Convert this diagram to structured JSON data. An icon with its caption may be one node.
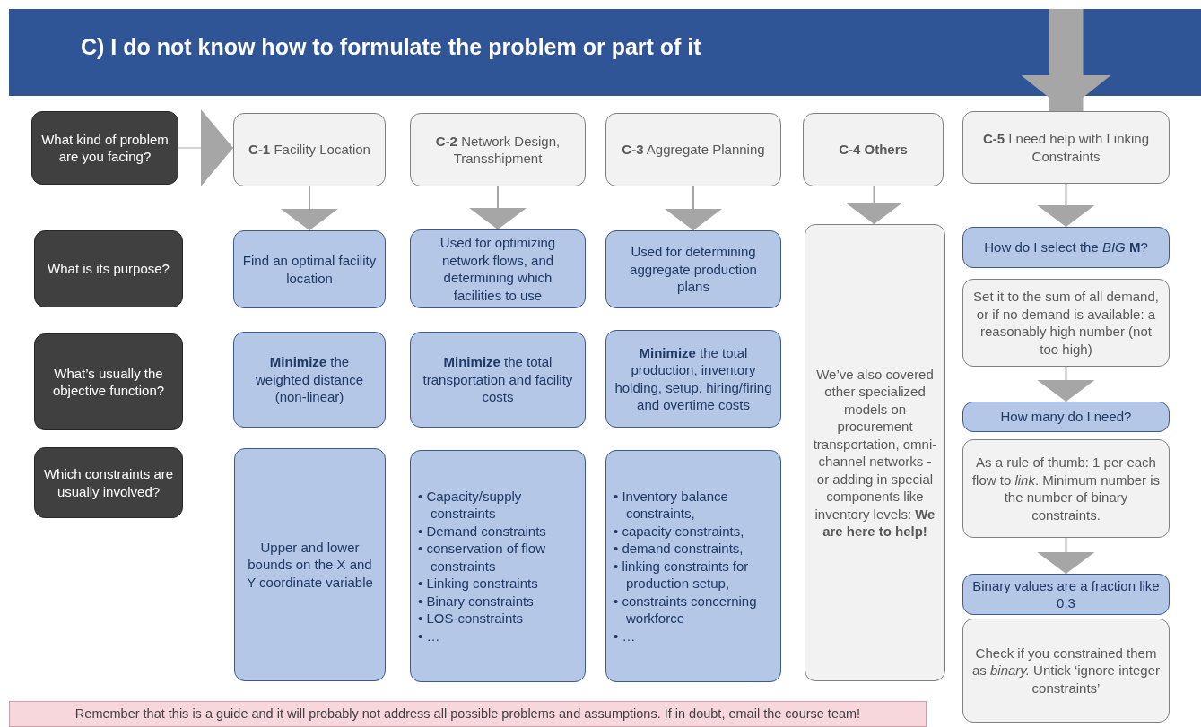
{
  "diagram": {
    "nodes": [
      {
        "text": [
          "C) I do not know how to formulate the problem or part of it"
        ]
      },
      {
        "text": [
          "What kind of problem are you facing?"
        ]
      },
      {
        "text": [
          "What is its purpose?"
        ]
      },
      {
        "text": [
          "What’s usually the objective function?"
        ]
      },
      {
        "text": [
          "Which constraints are usually involved?"
        ]
      },
      {
        "text": [
          "**C-1** Facility Location"
        ]
      },
      {
        "text": [
          "**C-2** Network Design, Transshipment"
        ]
      },
      {
        "text": [
          "**C-3** Aggregate Planning"
        ]
      },
      {
        "text": [
          "C-4 Others"
        ]
      },
      {
        "text": [
          "**C-5** I need help with Linking Constraints"
        ]
      },
      {
        "text": [
          "Find an optimal facility location"
        ]
      },
      {
        "text": [
          "Used for optimizing network flows, and determining which facilities to use"
        ]
      },
      {
        "text": [
          "Used for determining aggregate production plans"
        ]
      },
      {
        "text": [
          "We’ve also covered other specialized models on procurement transportation, omni-channel networks - or adding in special components like inventory levels: **We are here to help!**"
        ]
      },
      {
        "text": [
          "How do I select  the *BIG* **M**?"
        ]
      },
      {
        "text": [
          "Set it to the sum of all demand, or if no demand is available: a reasonably high number (not too high)"
        ]
      },
      {
        "text": [
          "**Minimize** the weighted distance (non-linear)"
        ]
      },
      {
        "text": [
          "**Minimize** the total transportation and facility costs"
        ]
      },
      {
        "text": [
          "**Minimize** the total production, inventory holding, setup, hiring/firing and overtime costs"
        ]
      },
      {
        "text": [
          "How many do I need?"
        ]
      },
      {
        "text": [
          "As a rule of thumb: 1 per each flow to *link*. Minimum number is the number of binary constraints."
        ]
      },
      {
        "text": [
          "Upper and lower bounds on the X and Y coordinate variable"
        ]
      },
      {
        "text": [
          "• Capacity/supply constraints",
          "• Demand constraints",
          "• conservation of flow constraints",
          "• Linking constraints",
          "• Binary constraints",
          "• LOS-constraints",
          "• …"
        ]
      },
      {
        "text": [
          "• Inventory balance constraints,",
          "• capacity constraints,",
          "• demand constraints,",
          "• linking constraints for production setup,",
          "• constraints concerning workforce",
          "• …"
        ]
      },
      {
        "text": [
          "Binary values are a fraction like 0.3"
        ]
      },
      {
        "text": [
          "Check if you constrained them as *binary.* Untick ‘ignore integer constraints’"
        ]
      },
      {
        "text": [
          "Remember that this is a guide and it will probably not address all possible problems and assumptions. If in doubt, email the course team!"
        ]
      }
    ],
    "edges": [
      {
        "from": 1,
        "to": 5,
        "arrow": "to"
      },
      {
        "from": 0,
        "to": 9,
        "arrow": "to",
        "style": "thick"
      },
      {
        "from": 5,
        "to": 10,
        "arrow": "to"
      },
      {
        "from": 6,
        "to": 11,
        "arrow": "to"
      },
      {
        "from": 7,
        "to": 12,
        "arrow": "to"
      },
      {
        "from": 8,
        "to": 13,
        "arrow": "to"
      },
      {
        "from": 9,
        "to": 14,
        "arrow": "to"
      },
      {
        "from": 15,
        "to": 19,
        "arrow": "to"
      },
      {
        "from": 20,
        "to": 24,
        "arrow": "to"
      }
    ]
  }
}
